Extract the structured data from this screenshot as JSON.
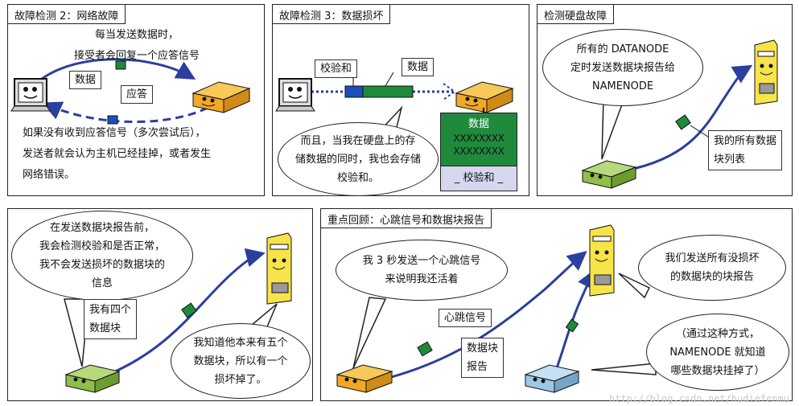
{
  "panels": [
    {
      "title": "故障检测 2：网络故障",
      "top_lines": [
        "每当发送数据时，",
        "接受者会回复一个应答信号"
      ],
      "label_data": "数据",
      "label_ack": "应答",
      "bottom_lines": [
        "如果没有收到应答信号（多次尝试后），",
        "发送者就会认为主机已经挂掉，或者发生",
        "网络错误。"
      ]
    },
    {
      "title": "故障检测 3：数据损坏",
      "label_checksum": "校验和",
      "label_data": "数据",
      "bubble_lines": [
        "而且，当我在硬盘上的存",
        "储数据的同时，我也会存储",
        "校验和。"
      ],
      "block_header": "数据",
      "block_rows": [
        "XXXXXXXX",
        "XXXXXXXX"
      ],
      "block_checksum": "_ 校验和 _"
    },
    {
      "title": "检测硬盘故障",
      "bubble_lines": [
        "所有的 DATANODE",
        "定时发送数据块报告给",
        "NAMENODE"
      ],
      "box_lines": [
        "我的所有数据",
        "块列表"
      ]
    },
    {
      "bubble_top_lines": [
        "在发送数据块报告前，",
        "我会检测校验和是否正常，",
        "我不会发送损坏的数据块的",
        "信息"
      ],
      "box_lines": [
        "我有四个",
        "数据块"
      ],
      "bubble_bottom_lines": [
        "我知道他本来有五个",
        "数据块，所以有一个",
        "损坏掉了。"
      ]
    },
    {
      "title": "重点回顾：心跳信号和数据块报告",
      "bubble_left_lines": [
        "我 3 秒发送一个心跳信号",
        "来说明我还活着"
      ],
      "label_heartbeat": "心跳信号",
      "box_report_lines": [
        "数据块",
        "报告"
      ],
      "bubble_right_top_lines": [
        "我们发送所有没损坏",
        "的数据块的块报告"
      ],
      "bubble_right_bottom_lines": [
        "（通过这种方式，",
        "NAMENODE 就知道",
        "哪些数据块挂掉了）"
      ]
    }
  ],
  "watermark": "http://blog.csdn.net/hudiefenmu",
  "colors": {
    "arrow": "#2a3f9e",
    "packet": "#1f8a3c",
    "ack_packet": "#1d4fb8",
    "server_body": "#f0a826",
    "server_green": "#8fbf4a",
    "server_blue": "#9cc8e6",
    "tower": "#f7e34a"
  }
}
